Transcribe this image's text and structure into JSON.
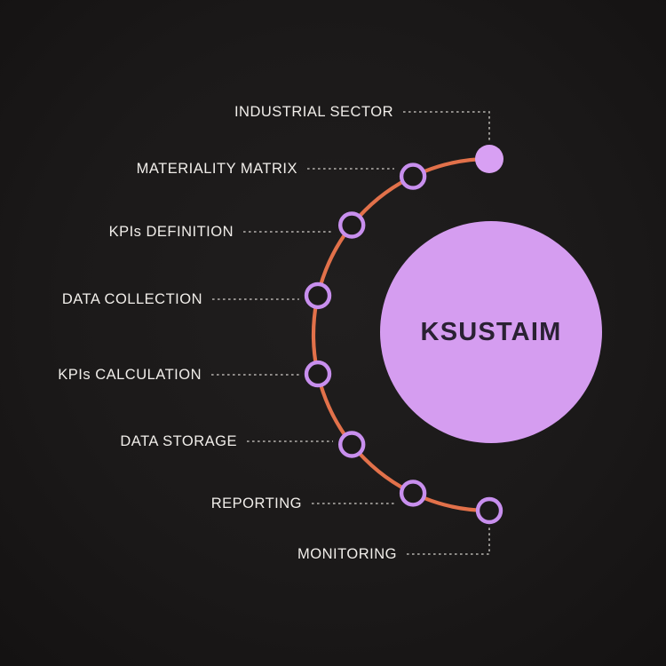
{
  "center": {
    "label": "KSUSTAIM"
  },
  "steps": [
    {
      "label": "INDUSTRIAL SECTOR",
      "filled": true
    },
    {
      "label": "MATERIALITY MATRIX",
      "filled": false
    },
    {
      "label": "KPIs DEFINITION",
      "filled": false
    },
    {
      "label": "DATA COLLECTION",
      "filled": false
    },
    {
      "label": "KPIs CALCULATION",
      "filled": false
    },
    {
      "label": "DATA STORAGE",
      "filled": false
    },
    {
      "label": "REPORTING",
      "filled": false
    },
    {
      "label": "MONITORING",
      "filled": false
    }
  ],
  "colors": {
    "background": "#1b1919",
    "background_center": "#201e1e",
    "background_edge": "#141212",
    "circle_fill": "#d59df0",
    "circle_text": "#2a2133",
    "arc": "#e2714a",
    "node_stroke": "#c88fee",
    "node_fill": "#1c1a1a",
    "node_fill_accent": "#d8a0f3",
    "label_text": "#f1eeea",
    "connector": "#b5b2ae"
  }
}
